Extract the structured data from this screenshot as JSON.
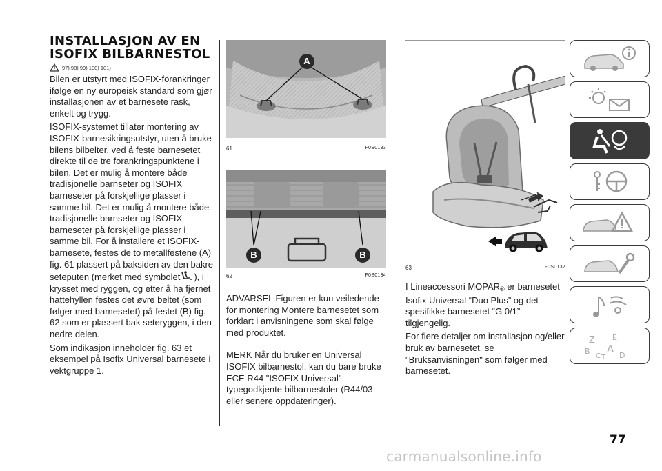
{
  "section": {
    "title_line1": "INSTALLASJON AV EN",
    "title_line2": "ISOFIX BILBARNESTOL",
    "refs": "97) 98) 99) 100) 101)"
  },
  "column1": {
    "p1": "Bilen er utstyrt med ISOFIX-forankringer ifølge en ny europeisk standard som gjør installasjonen av et barnesete rask, enkelt og trygg.",
    "p2_before_symbol": "ISOFIX-systemet tillater montering av ISOFIX-barnesikringsutstyr, uten å bruke bilens bilbelter, ved å feste barnesetet direkte til de tre forankringspunktene i bilen. Det er mulig å montere både tradisjonelle barnseter og ISOFIX barneseter på forskjellige plasser i samme bil. Det er mulig å montere både tradisjonelle barnseter og ISOFIX barneseter på forskjellige plasser i samme bil. For å installere et ISOFIX-barnesete, festes de to metallfestene (A) fig. 61 plassert på baksiden av den bakre seteputen (merket med symbolet",
    "p2_after_symbol": "), i krysset med ryggen, og etter å ha fjernet hattehyllen festes det øvre beltet (som følger med barnesetet) på festet (B) fig. 62 som er plassert bak seteryggen, i den nedre delen.",
    "p3": "Som indikasjon inneholder fig. 63 et eksempel på Isofix Universal barnesete i vektgruppe 1."
  },
  "figures": {
    "fig61": {
      "number": "61",
      "code": "F0S0133",
      "label_a": "A"
    },
    "fig62": {
      "number": "62",
      "code": "F0S0134",
      "label_b1": "B",
      "label_b2": "B"
    },
    "fig63": {
      "number": "63",
      "code": "F0S0132"
    }
  },
  "column2": {
    "advarsel": "ADVARSEL Figuren er kun veiledende for montering Montere barnesetet som forklart i anvisningene som skal følge med produktet.",
    "merk": "MERK Når du bruker en Universal ISOFIX bilbarnestol, kan du bare bruke ECE R44 \"ISOFIX Universal\" typegodkjente bilbarnestoler (R44/03 eller senere oppdateringer)."
  },
  "column3": {
    "p1_before": "I Lineaccessori MOPAR",
    "p1_reg": "®",
    "p1_after": " er barnesetet Isofix Universal “Duo Plus” og det spesifikke barnesetet “G 0/1” tilgjengelig.",
    "p2": "For flere detaljer om installasjon og/eller bruk av barnesetet, se \"Bruksanvisningen\" som følger med barnesetet."
  },
  "sidebar": {
    "tabs": [
      {
        "icon": "car-info-icon",
        "active": false
      },
      {
        "icon": "dashboard-lights-icon",
        "active": false
      },
      {
        "icon": "seat-airbag-icon",
        "active": true
      },
      {
        "icon": "key-steering-wheel-icon",
        "active": false
      },
      {
        "icon": "breakdown-warning-icon",
        "active": false
      },
      {
        "icon": "service-wrench-icon",
        "active": false
      },
      {
        "icon": "multimedia-icon",
        "active": false
      },
      {
        "icon": "index-letters-icon",
        "active": false
      }
    ],
    "index_letters": [
      "Z",
      "E",
      "B",
      "A",
      "C",
      "T",
      "D"
    ]
  },
  "page_number": "77",
  "watermark": "carmanualsonline.info"
}
